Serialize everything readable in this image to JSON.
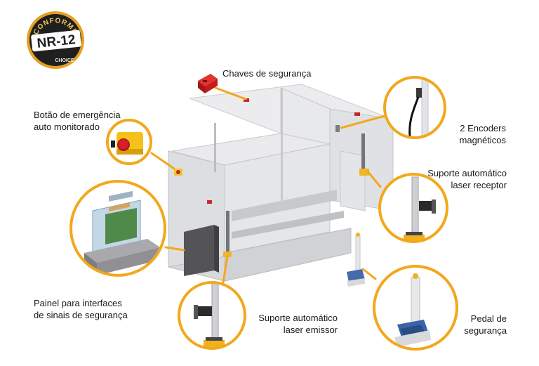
{
  "badge": {
    "top_text": "CONFORME",
    "main_text": "NR-12",
    "brand_text": "CHOICE"
  },
  "labels": {
    "chaves": {
      "lines": [
        "Chaves de segurança"
      ]
    },
    "botao": {
      "lines": [
        "Botão de emergência",
        "auto monitorado"
      ]
    },
    "encoders": {
      "lines": [
        "2 Encoders",
        "magnéticos"
      ]
    },
    "receptor": {
      "lines": [
        "Suporte automático",
        "laser receptor"
      ]
    },
    "painel": {
      "lines": [
        "Painel para interfaces",
        "de sinais de segurança"
      ]
    },
    "emissor": {
      "lines": [
        "Suporte automático",
        "laser emissor"
      ]
    },
    "pedal": {
      "lines": [
        "Pedal de",
        "segurança"
      ]
    }
  },
  "colors": {
    "accent": "#f2a81d",
    "badge_dark": "#1f1f1f",
    "machine_light": "#e8e8ea",
    "machine_mid": "#d2d3d6",
    "machine_dark": "#b5b6ba",
    "emergency_red": "#d4202a",
    "emergency_yellow": "#f4c21a"
  }
}
